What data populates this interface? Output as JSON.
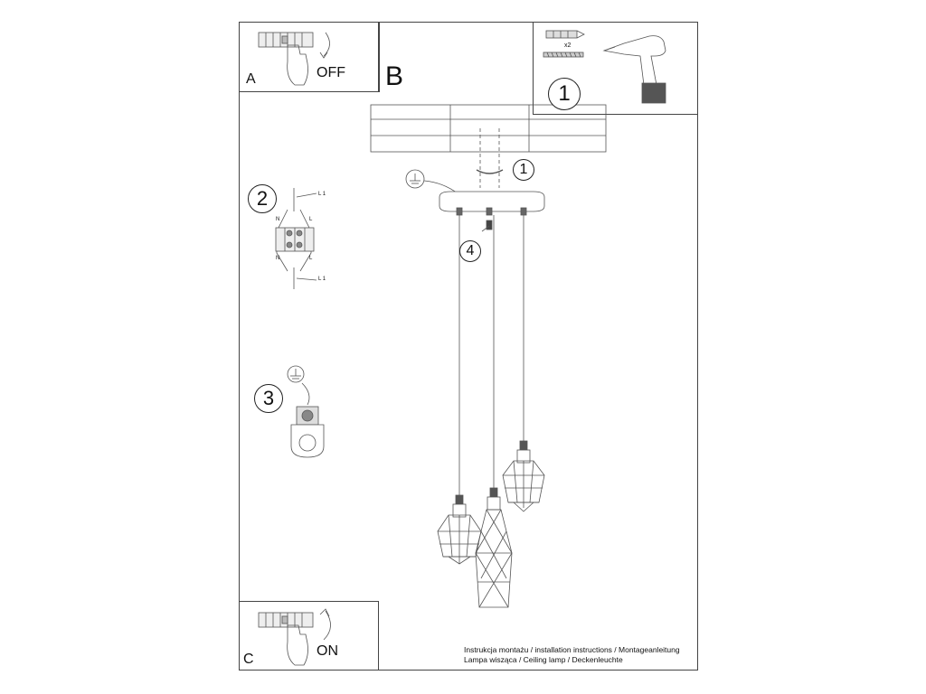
{
  "sections": {
    "a_label": "A",
    "b_label": "B",
    "c_label": "C",
    "off_label": "OFF",
    "on_label": "ON"
  },
  "steps": {
    "step1": "1",
    "step2": "2",
    "step3": "3",
    "step4": "4"
  },
  "tools": {
    "quantity": "x2"
  },
  "wiring_labels": {
    "l1": "L 1",
    "n": "N",
    "l": "L"
  },
  "caption": {
    "line1": "Instrukcja montażu / installation instructions / Montageanleitung",
    "line2": "Lampa wisząca / Ceiling lamp / Deckenleuchte"
  },
  "icons": [
    "hand-switch-off-icon",
    "hand-switch-on-icon",
    "wall-plug-icon",
    "screw-icon",
    "drill-icon",
    "ground-symbol-icon",
    "terminal-block-icon",
    "ground-connector-icon",
    "ceiling-icon",
    "canopy-icon",
    "cage-shade-icon",
    "long-cage-shade-icon"
  ]
}
